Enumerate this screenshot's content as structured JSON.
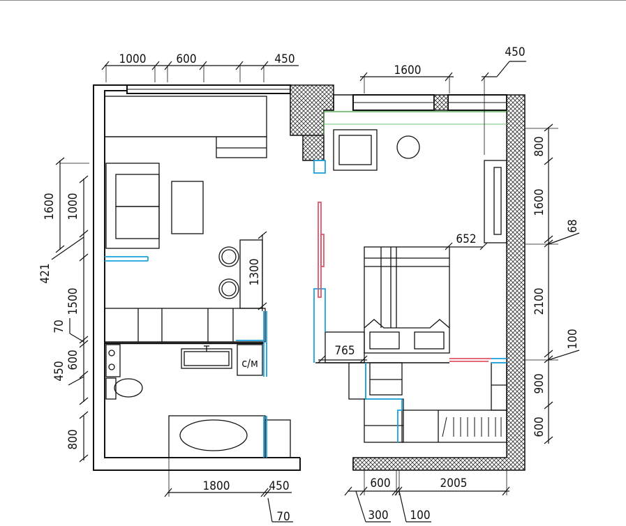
{
  "labels": {
    "washer": "с/м"
  },
  "dimensions": {
    "top_left": [
      "1000",
      "600",
      "450"
    ],
    "top_right": [
      "1600",
      "450"
    ],
    "left": [
      "1600",
      "1000",
      "421",
      "1500",
      "70",
      "600",
      "450",
      "800"
    ],
    "inner_bar": "1300",
    "inner_bed": "652",
    "inner_door": "765",
    "right": [
      "800",
      "1600",
      "68",
      "2100",
      "100",
      "900",
      "600"
    ],
    "bottom": [
      "1800",
      "450",
      "70",
      "600",
      "2005",
      "300",
      "100"
    ]
  },
  "colors": {
    "wall": "#111111",
    "partition_blue": "#1aa3e0",
    "partition_red": "#e0566a",
    "green_line": "#3f9a3f",
    "hatch": "#444444"
  }
}
